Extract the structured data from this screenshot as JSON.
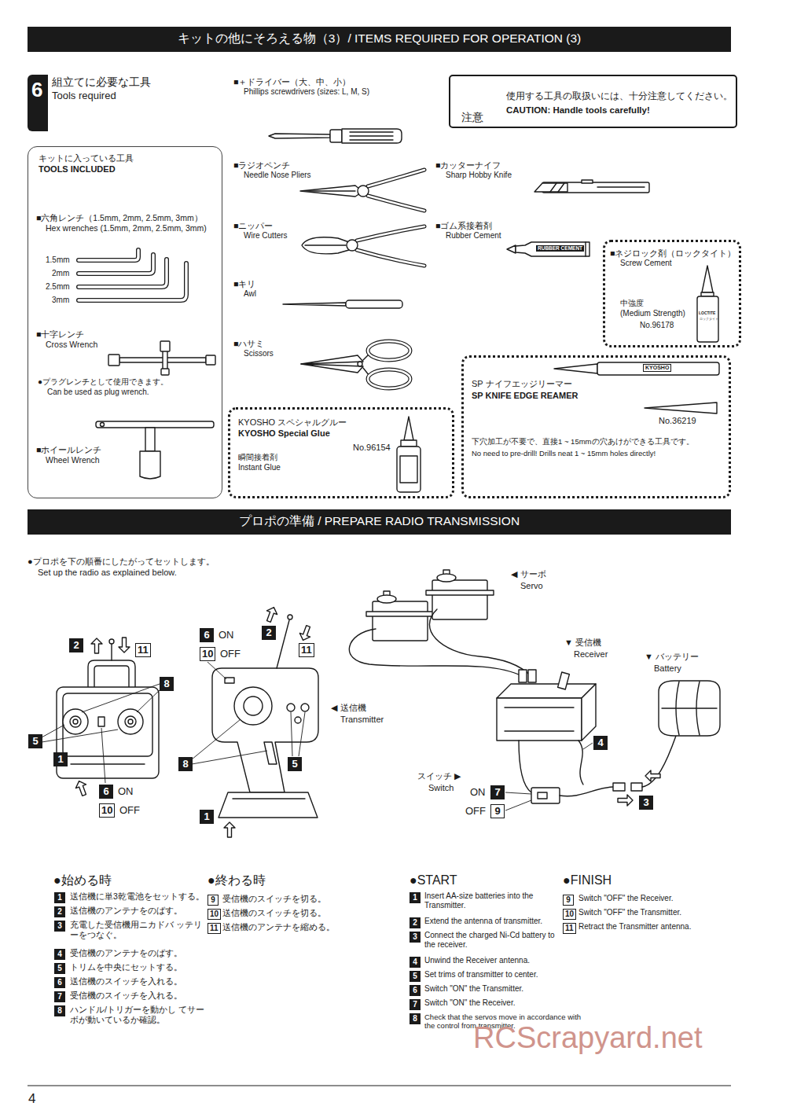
{
  "diagram": {
    "nodes": [
      {
        "text": [
          "キットの他にそろえる物（3）/ ITEMS REQUIRED FOR OPERATION (3)"
        ]
      },
      {
        "text": [
          "6"
        ]
      },
      {
        "text": [
          "注意",
          "使用する工具の取扱いには、十分注意してください。",
          "CAUTION: Handle tools carefully!"
        ]
      },
      {
        "text": [
          "キットに入っている工具",
          "TOOLS INCLUDED"
        ]
      },
      {
        "text": [
          "■ネジロック剤（ロックタイト）",
          "Screw Cement",
          "中強度",
          "(Medium Strength)",
          "No.96178"
        ]
      },
      {
        "text": [
          "SP ナイフエッジリーマー",
          "SP KNIFE EDGE REAMER",
          "No.36219",
          "下穴加工が不要で、直接1 ~ 15mmの穴あけができる工具です。",
          "No need to pre-drill!  Drills neat 1 ~ 15mm holes directly!"
        ]
      },
      {
        "text": [
          "KYOSHO スペシャルグルー",
          "KYOSHO Special Glue",
          "No.96154",
          "瞬間接着剤",
          "Instant Glue"
        ]
      },
      {
        "text": [
          "プロポの準備 / PREPARE RADIO TRANSMISSION"
        ]
      }
    ],
    "labels": [
      "組立てに必要な工具",
      "Tools required",
      "■六角レンチ（1.5mm, 2mm, 2.5mm, 3mm）",
      "Hex wrenches (1.5mm, 2mm, 2.5mm, 3mm)",
      "1.5mm",
      "2mm",
      "2.5mm",
      "3mm",
      "■十字レンチ",
      "Cross Wrench",
      "●プラグレンチとして使用できます。",
      "Can be used as plug wrench.",
      "■ホイールレンチ",
      "Wheel Wrench",
      "■＋ドライバー（大、中、小）",
      "Phillips screwdrivers (sizes: L, M, S)",
      "■ラジオペンチ",
      "Needle Nose Pliers",
      "■ニッパー",
      "Wire Cutters",
      "■キリ",
      "Awl",
      "■ハサミ",
      "Scissors",
      "■カッターナイフ",
      "Sharp Hobby Knife",
      "■ゴム系接着剤",
      "Rubber Cement",
      "RUBBER CEMENT",
      "LOCTITE",
      "ロックタイト",
      "KYOSHO",
      "●プロポを下の順番にしたがってセットします。",
      "Set up the radio as explained below.",
      "2",
      "11",
      "8",
      "5",
      "1",
      "6",
      "ON",
      "10",
      "OFF",
      "6",
      "ON",
      "10",
      "OFF",
      "2",
      "11",
      "8",
      "5",
      "1",
      "◀ サーボ",
      "Servo",
      "▼ 受信機",
      "Receiver",
      "▼ バッテリー",
      "Battery",
      "◀ 送信機",
      "Transmitter",
      "4",
      "スイッチ ▶",
      "Switch",
      "ON",
      "7",
      "OFF",
      "9",
      "3",
      "●始める時",
      "1",
      "送信機に単3乾電池をセットする。",
      "2",
      "送信機のアンテナをのばす。",
      "3",
      "充電した受信機用ニカドバ ッテリーをつなぐ。",
      "4",
      "受信機のアンテナをのばす。",
      "5",
      "トリムを中央にセットする。",
      "6",
      "送信機のスイッチを入れる。",
      "7",
      "受信機のスイッチを入れる。",
      "8",
      "ハンドル/トリガーを動かし てサーボが動いているか確認。",
      "●終わる時",
      "9",
      "受信機のスイッチを切る。",
      "10",
      "送信機のスイッチを切る。",
      "11",
      "送信機のアンテナを縮める。",
      "●START",
      "1",
      "Insert AA-size batteries into the Transmitter.",
      "2",
      "Extend the antenna of transmitter.",
      "3",
      "Connect the charged Ni-Cd battery to the receiver.",
      "4",
      "Unwind the Receiver antenna.",
      "5",
      "Set trims of transmitter to center.",
      "6",
      "Switch \"ON\" the Transmitter.",
      "7",
      "Switch \"ON\" the Receiver.",
      "8",
      "Check that the servos move in accordance with the control from transmitter.",
      "●FINISH",
      "9",
      "Switch \"OFF\" the Receiver.",
      "10",
      "Switch \"OFF\" the Transmitter.",
      "11",
      "Retract the Transmitter antenna.",
      "RCScrapyard.net",
      "4"
    ]
  }
}
